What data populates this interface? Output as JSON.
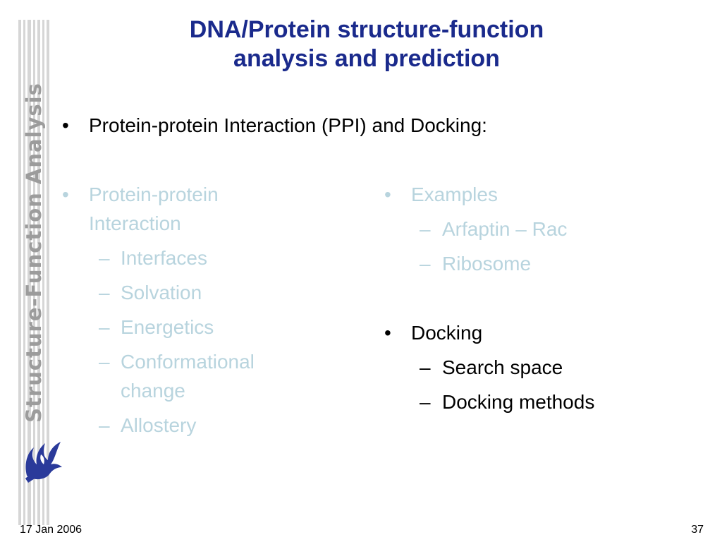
{
  "slide": {
    "title_line1": "DNA/Protein structure-function",
    "title_line2": "analysis and prediction",
    "side_label": "Structure-Function Analysis",
    "lead_bullet": "•",
    "lead": "Protein-protein Interaction (PPI) and Docking:",
    "bullet": "•",
    "dash": "–",
    "left": {
      "heading_line1": "Protein-protein",
      "heading_line2": "Interaction",
      "items": [
        "Interfaces",
        "Solvation",
        "Energetics",
        "Conformational",
        "change",
        "Allostery"
      ]
    },
    "right": {
      "examples_heading": "Examples",
      "examples": [
        "Arfaptin – Rac",
        "Ribosome"
      ],
      "docking_heading": "Docking",
      "docking": [
        "Search space",
        "Docking methods"
      ]
    },
    "footer_date": "17 Jan 2006",
    "page_number": "37"
  },
  "colors": {
    "title": "#1a2a8c",
    "faded_text": "#b8d4de",
    "side_label": "#9c9c9c",
    "stripe": "#d6d6d6",
    "logo": "#2a3a9a"
  },
  "icons": {
    "logo": "griffin-logo-icon"
  }
}
